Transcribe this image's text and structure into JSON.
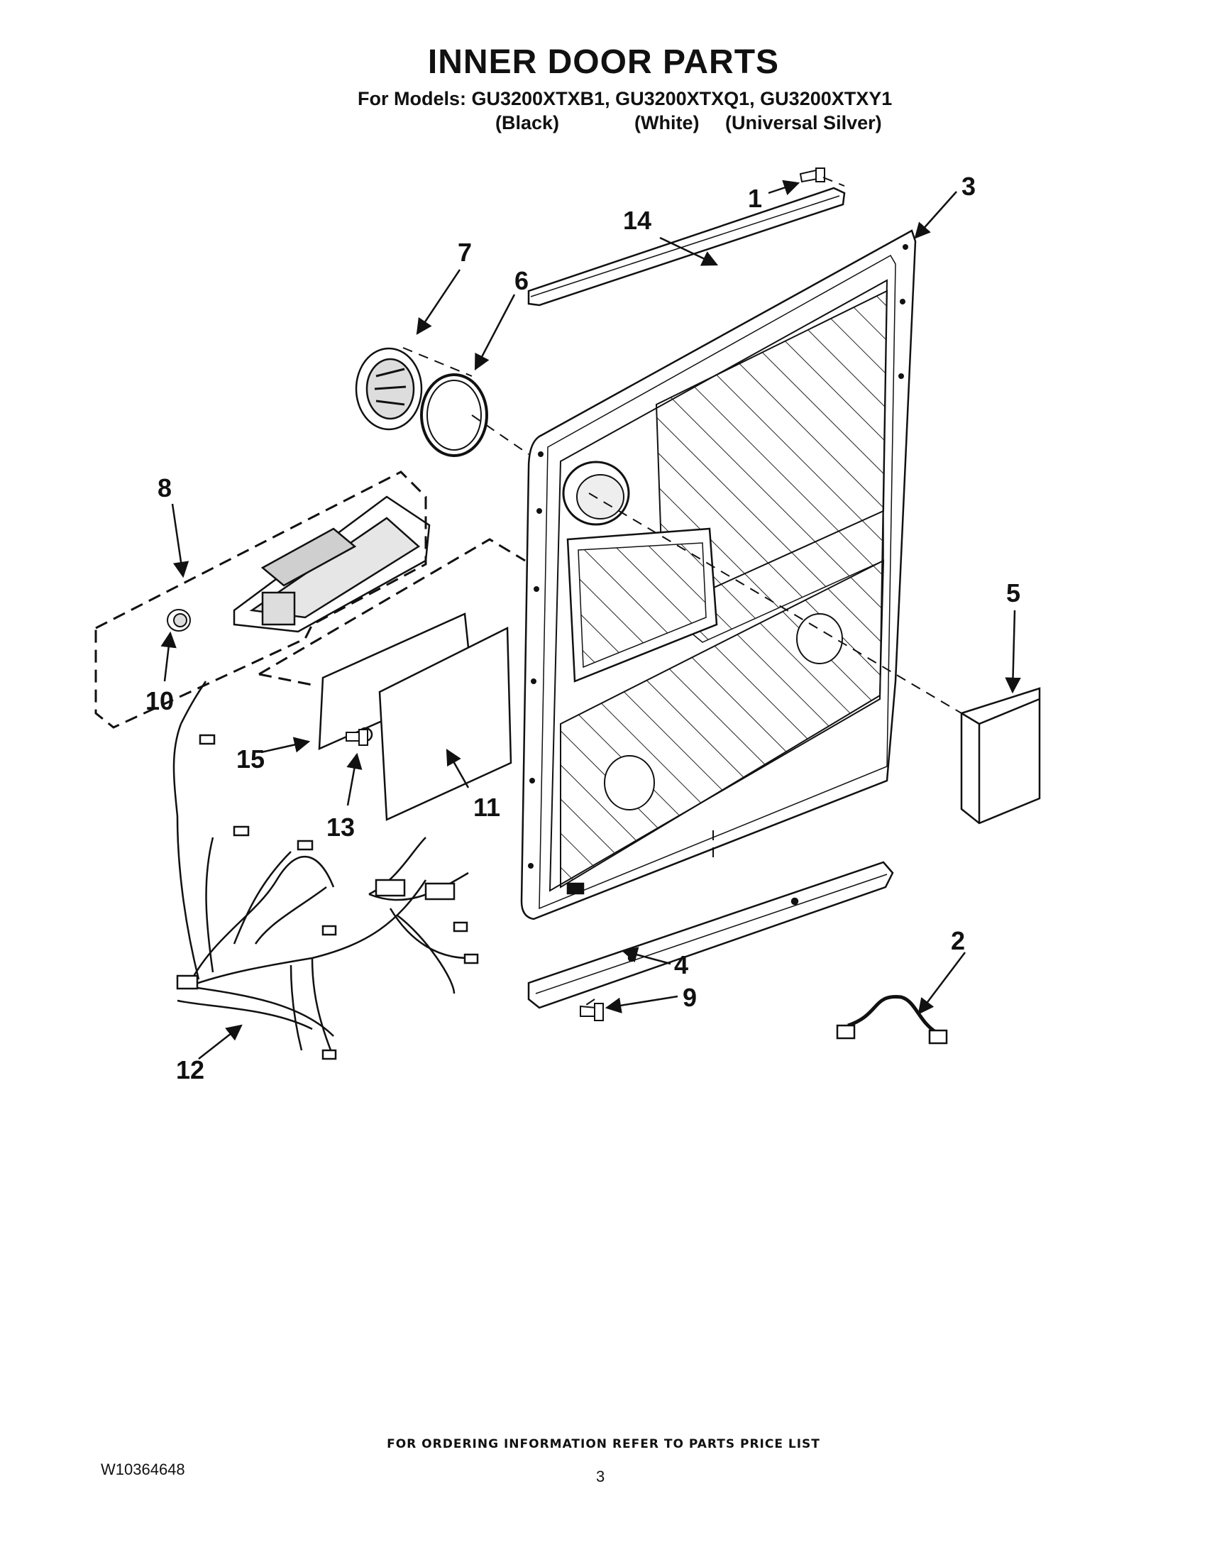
{
  "header": {
    "title": "INNER DOOR PARTS",
    "models_line": "For Models: GU3200XTXB1, GU3200XTXQ1, GU3200XTXY1",
    "colors": [
      "(Black)",
      "(White)",
      "(Universal Silver)"
    ]
  },
  "callouts": [
    "1",
    "2",
    "3",
    "4",
    "5",
    "6",
    "7",
    "8",
    "9",
    "10",
    "11",
    "12",
    "13",
    "14",
    "15"
  ],
  "footer": {
    "ordering_note": "FOR ORDERING INFORMATION REFER TO PARTS PRICE LIST",
    "doc_number": "W10364648",
    "page_number": "3"
  }
}
